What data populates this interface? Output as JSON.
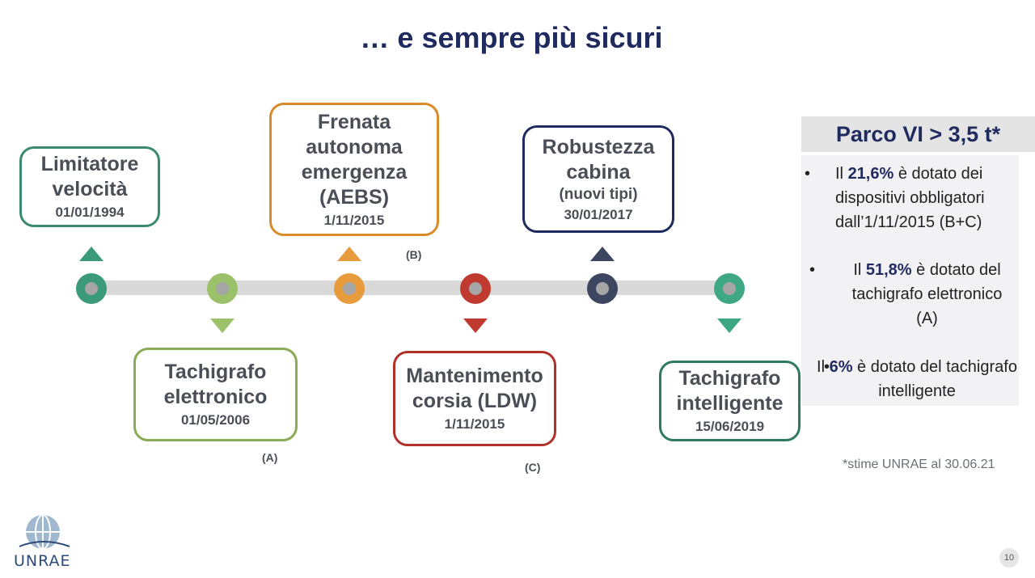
{
  "title": "… e sempre più sicuri",
  "timeline": {
    "events": [
      {
        "name": "Limitatore\nvelocità",
        "sub": "",
        "date": "01/01/1994",
        "color": "#3a8a6e",
        "node_color": "#3a9a7a",
        "position": "above"
      },
      {
        "name": "Tachigrafo\nelettronico",
        "sub": "",
        "date": "01/05/2006",
        "color": "#8aaa55",
        "node_color": "#9bc16a",
        "position": "below",
        "letter": "(A)"
      },
      {
        "name": "Frenata\nautonoma\nemergenza\n(AEBS)",
        "sub": "",
        "date": "1/11/2015",
        "color": "#d98a2b",
        "node_color": "#e89b3c",
        "position": "above",
        "letter": "(B)"
      },
      {
        "name": "Mantenimento\ncorsia (LDW)",
        "sub": "",
        "date": "1/11/2015",
        "color": "#b0302a",
        "node_color": "#c03a30",
        "position": "below",
        "letter": "(C)"
      },
      {
        "name": "Robustezza\ncabina",
        "sub": "(nuovi tipi)",
        "date": "30/01/2017",
        "color": "#1f2a5e",
        "node_color": "#3c4660",
        "position": "above"
      },
      {
        "name": "Tachigrafo\nintelligente",
        "sub": "",
        "date": "15/06/2019",
        "color": "#2f7a5e",
        "node_color": "#3da883",
        "position": "below"
      }
    ]
  },
  "panel": {
    "header": "Parco VI > 3,5 t*",
    "bullets": [
      {
        "pre": "Il ",
        "value": "21,6%",
        "post": " è dotato dei dispositivi obbligatori dall’1/11/2015 (B+C)"
      },
      {
        "pre": "Il ",
        "value": "51,8%",
        "post": " è dotato del tachigrafo elettronico (A)"
      },
      {
        "pre": "Il ",
        "value": "6%",
        "post": " è dotato del tachigrafo intelligente"
      }
    ],
    "bullet_symbol": "•"
  },
  "footnote": "*stime UNRAE al 30.06.21",
  "logo": {
    "text": "UNRAE"
  },
  "page_number": "10"
}
